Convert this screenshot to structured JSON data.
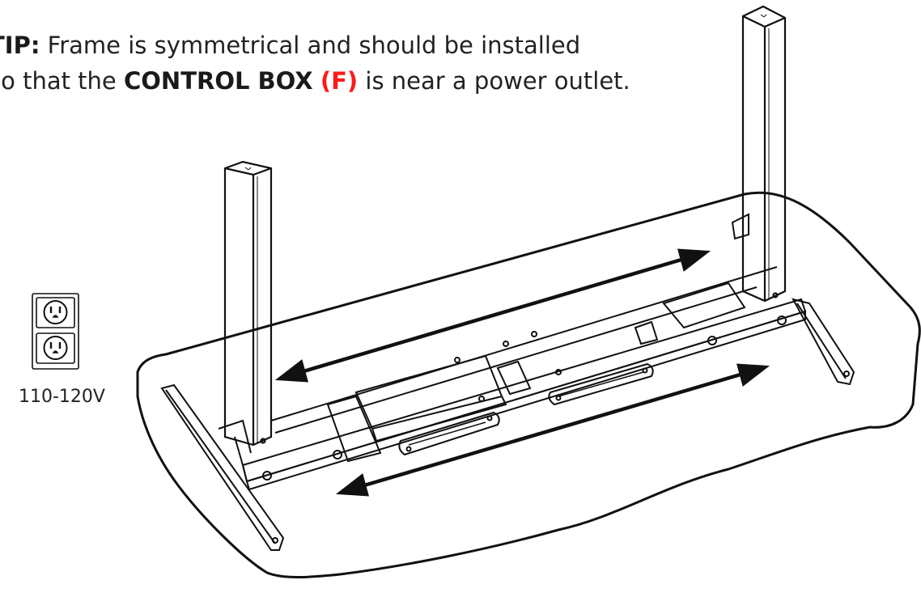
{
  "tip": {
    "prefix": "TIP:",
    "line1_text": " Frame is symmetrical and should be installed",
    "line2_before": "so that the ",
    "control_box": "CONTROL BOX",
    "control_box_ref": "(F)",
    "line2_after": " is near a power outlet."
  },
  "outlet": {
    "voltage_label": "110-120V",
    "icon": "power-outlet-icon"
  },
  "colors": {
    "text": "#222222",
    "accent_ref": "#ff1a1a",
    "line": "#111111"
  }
}
